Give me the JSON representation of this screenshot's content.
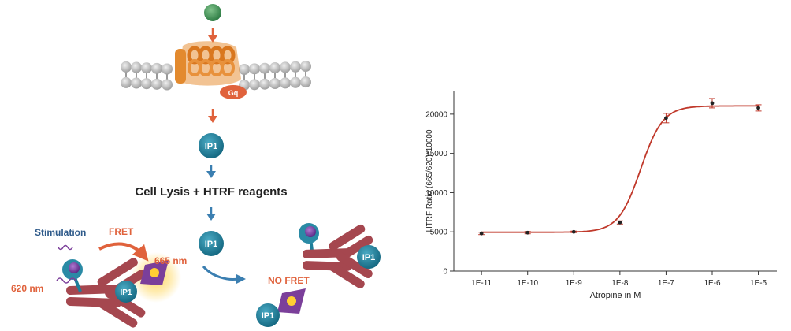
{
  "diagram": {
    "gq_label": "Gq",
    "ip1_labels": [
      "IP1",
      "IP1",
      "IP1",
      "IP1",
      "IP1"
    ],
    "lysis_label": "Cell Lysis + HTRF reagents",
    "stimulation_label": "Stimulation",
    "fret_label": "FRET",
    "wavelength_emit": "665 nm",
    "wavelength_excite": "620 nm",
    "no_fret_label": "NO FRET",
    "colors": {
      "arrow": "#e0623c",
      "blue_arrow": "#3b7fb1",
      "ip1": "#1f7f9a",
      "antibody": "#a5474f",
      "receptor": "#e8913b",
      "membrane": "#c7c7c7",
      "label_blue": "#2e5a8a",
      "label_orange": "#e0623c"
    }
  },
  "chart_data": {
    "type": "scatter",
    "xlabel": "Atropine in M",
    "ylabel": "HTRF Ratio (665/620)*10000",
    "x_scale": "log",
    "x_ticks": [
      "1E-11",
      "1E-10",
      "1E-9",
      "1E-8",
      "1E-7",
      "1E-6",
      "1E-5"
    ],
    "ylim": [
      0,
      23000
    ],
    "y_ticks": [
      0,
      5000,
      10000,
      15000,
      20000
    ],
    "grid": false,
    "points": [
      {
        "x": 1e-11,
        "y": 4800,
        "err": 150
      },
      {
        "x": 1e-10,
        "y": 4900,
        "err": 150
      },
      {
        "x": 1e-09,
        "y": 5000,
        "err": 100
      },
      {
        "x": 1e-08,
        "y": 6200,
        "err": 200
      },
      {
        "x": 1e-07,
        "y": 19500,
        "err": 600
      },
      {
        "x": 1e-06,
        "y": 21400,
        "err": 600
      },
      {
        "x": 1e-05,
        "y": 20800,
        "err": 400
      }
    ],
    "fit": {
      "bottom": 4950,
      "top": 21050,
      "log_ec50": -7.55,
      "hill": 1.8
    },
    "colors": {
      "curve": "#c0392b",
      "points": "#222222",
      "axis": "#333333"
    }
  }
}
